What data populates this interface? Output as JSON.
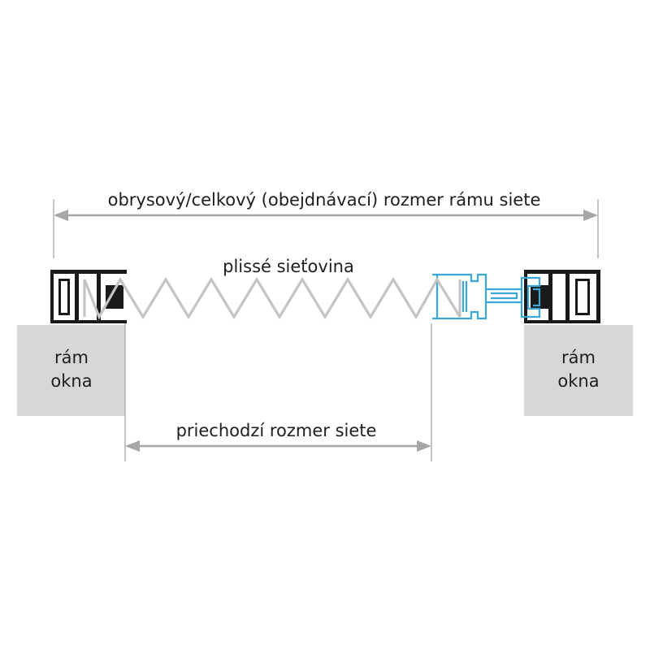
{
  "labels": {
    "overall_dimension": "obrysový/celkový (obejdnávací) rozmer rámu siete",
    "mesh": "plissé sieťovina",
    "clear_opening": "priechodzí rozmer siete",
    "wall_left_line1": "rám",
    "wall_left_line2": "okna",
    "wall_right_line1": "rám",
    "wall_right_line2": "okna"
  },
  "colors": {
    "dimension_lines": "#a6a6a6",
    "wall": "#d7d7d7",
    "profile": "#1a1a1a",
    "mesh": "#c4c4c4",
    "moving_profile": "#3aa7d8",
    "text": "#1e1e1e"
  }
}
